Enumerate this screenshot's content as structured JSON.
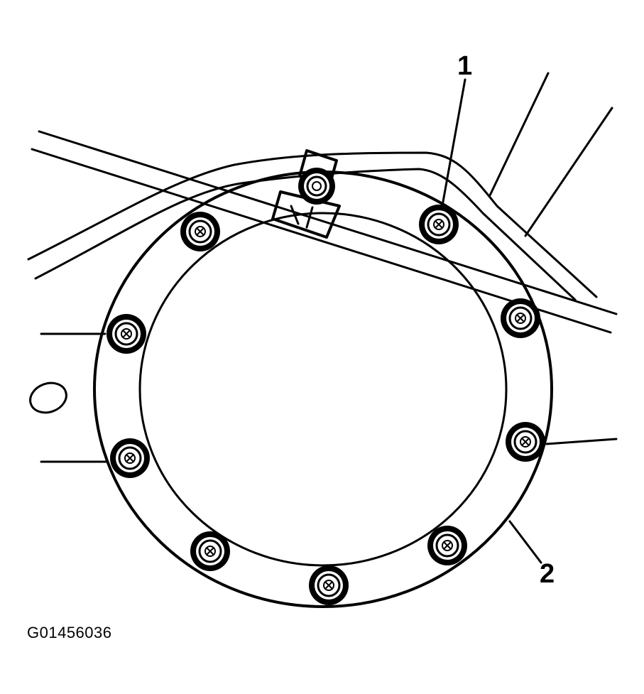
{
  "diagram": {
    "callouts": [
      {
        "id": "1",
        "label": "1"
      },
      {
        "id": "2",
        "label": "2"
      }
    ],
    "figure_id": "G01456036",
    "bolt_count": 10
  }
}
